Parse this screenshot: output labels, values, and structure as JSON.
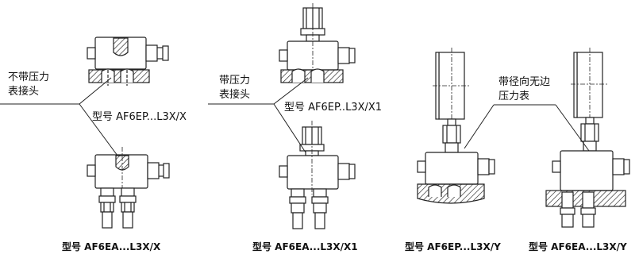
{
  "callouts": {
    "no_gauge_line1": "不带压力",
    "no_gauge_line2": "表接头",
    "with_gauge_line1": "带压力",
    "with_gauge_line2": "表接头",
    "radial_gauge_line1": "带径向无边",
    "radial_gauge_line2": "压力表"
  },
  "model_labels": {
    "mid_x": "型号 AF6EP...L3X/X",
    "mid_x1": "型号 AF6EP..L3X/X1"
  },
  "captions": [
    "型号 AF6EA...L3X/X",
    "型号 AF6EA...L3X/X1",
    "型号 AF6EP...L3X/Y",
    "型号 AF6EA...L3X/Y"
  ]
}
